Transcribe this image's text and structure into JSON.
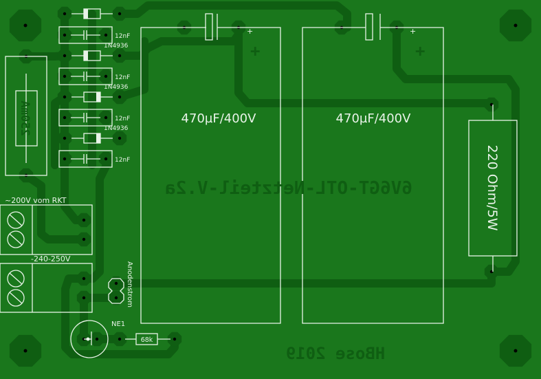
{
  "board": {
    "colors": {
      "substrate": "#1a771c",
      "copper": "#0f5e12",
      "silkscreen": "#e8f3e8"
    },
    "title_mirrored": "6V6GT-OTL-Netzteil-V.2a",
    "author_mirrored": "HBose 2019",
    "fuse_label": "250mA",
    "capacitors": [
      {
        "label": "470µF/400V",
        "polarity": "+"
      },
      {
        "label": "470µF/400V",
        "polarity": "+"
      }
    ],
    "resistor_main": "220 Ohm/5W",
    "resistor_small": "68k",
    "diodes": [
      "",
      "1N4936",
      "1N4936",
      "1N4936"
    ],
    "small_caps": [
      "12nF",
      "12nF",
      "12nF",
      "12nF"
    ],
    "terminal_input": "~200V vom RKT",
    "terminal_output": "-240-250V",
    "jumper": "Anodenstrom",
    "neon": "NE1"
  }
}
